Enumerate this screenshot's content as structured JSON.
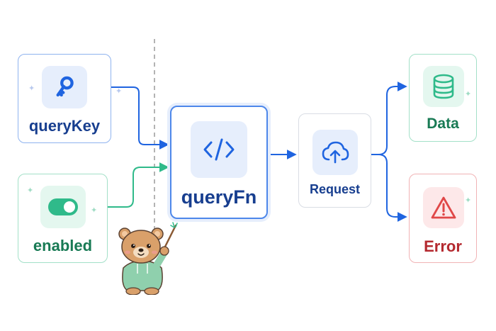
{
  "nodes": {
    "query_key": {
      "label": "queryKey",
      "icon": "key-icon"
    },
    "enabled": {
      "label": "enabled",
      "icon": "toggle-switch-icon"
    },
    "query_fn": {
      "label": "queryFn",
      "icon": "code-brackets-icon"
    },
    "request": {
      "label": "Request",
      "icon": "cloud-upload-icon"
    },
    "data": {
      "label": "Data",
      "icon": "database-icon"
    },
    "error": {
      "label": "Error",
      "icon": "warning-triangle-icon"
    }
  },
  "mascot": {
    "icon": "bear-pointer-icon"
  },
  "colors": {
    "blue": "#1f64e0",
    "blue_dark": "#173e8f",
    "green": "#2fba8a",
    "green_dark": "#187a54",
    "red": "#e04848",
    "red_dark": "#b4292f"
  }
}
